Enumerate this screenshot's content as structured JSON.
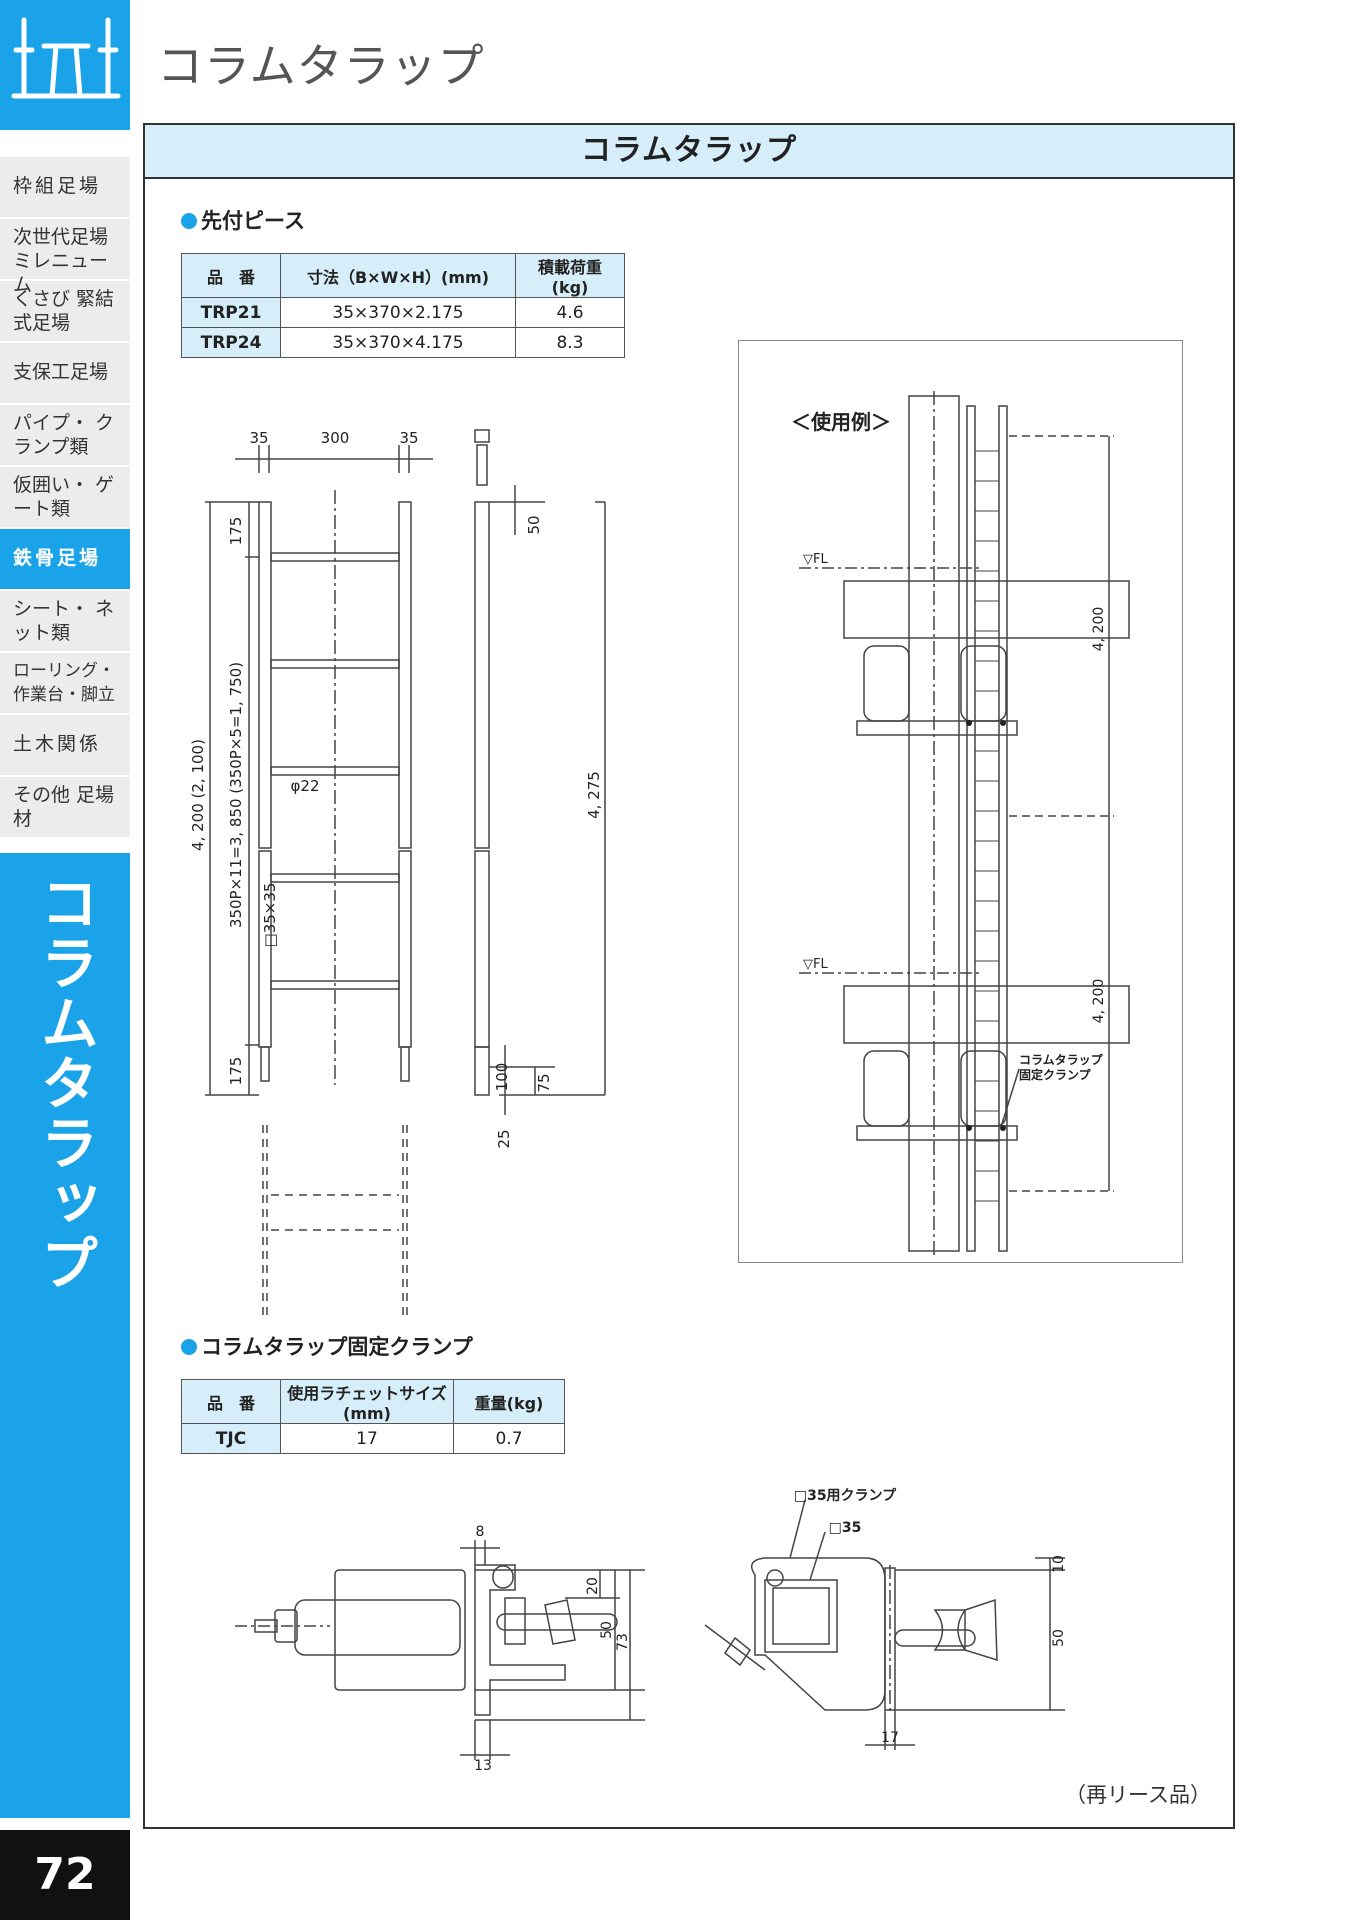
{
  "page_title": "コラムタラップ",
  "banner_title": "コラムタラップ",
  "sidebar": {
    "items": [
      {
        "label": "枠組足場"
      },
      {
        "label": "次世代足場 ミレニューム"
      },
      {
        "label": "くさび 緊結式足場"
      },
      {
        "label": "支保工足場"
      },
      {
        "label": "パイプ・ クランプ類"
      },
      {
        "label": "仮囲い・ ゲート類"
      },
      {
        "label": "鉄骨足場"
      },
      {
        "label": "シート・ ネット類"
      },
      {
        "label": "ローリング・ 作業台・脚立"
      },
      {
        "label": "土木関係"
      },
      {
        "label": "その他 足場材"
      }
    ],
    "vertical_title": "コラムタラップ"
  },
  "page_number": "72",
  "section1": {
    "heading": "先付ピース",
    "headers": [
      "品　番",
      "寸法（B×W×H）(mm)",
      "積載荷重(kg)"
    ],
    "rows": [
      [
        "TRP21",
        "35×370×2.175",
        "4.6"
      ],
      [
        "TRP24",
        "35×370×4.175",
        "8.3"
      ]
    ]
  },
  "drawing1": {
    "dims_top": [
      "35",
      "300",
      "35"
    ],
    "dim_175_top": "175",
    "dim_175_bottom": "175",
    "dim_total": "4, 200 (2, 100)",
    "dim_pitch": "350P×11=3, 850 (350P×5=1, 750)",
    "label_phi": "φ22",
    "label_square": "□35×35",
    "dim_50": "50",
    "dim_4275": "4, 275",
    "dim_100": "100",
    "dim_75": "75",
    "dim_25": "25"
  },
  "usage": {
    "title": "＜使用例＞",
    "fl1": "▽FL",
    "fl2": "▽FL",
    "dim1": "4, 200",
    "dim2": "4, 200",
    "callout_line1": "コラムタラップ",
    "callout_line2": "固定クランプ"
  },
  "section2": {
    "heading": "コラムタラップ固定クランプ",
    "headers": [
      "品　番",
      "使用ラチェットサイズ(mm)",
      "重量(kg)"
    ],
    "rows": [
      [
        "TJC",
        "17",
        "0.7"
      ]
    ]
  },
  "clamp_drawing": {
    "dim_8": "8",
    "dim_20": "20",
    "dim_50": "50",
    "dim_73": "73",
    "dim_13": "13",
    "label_clamp": "□35用クランプ",
    "label_sq": "□35",
    "dim_10": "10",
    "dim_50b": "50",
    "dim_17": "17"
  },
  "note": "（再リース品）"
}
